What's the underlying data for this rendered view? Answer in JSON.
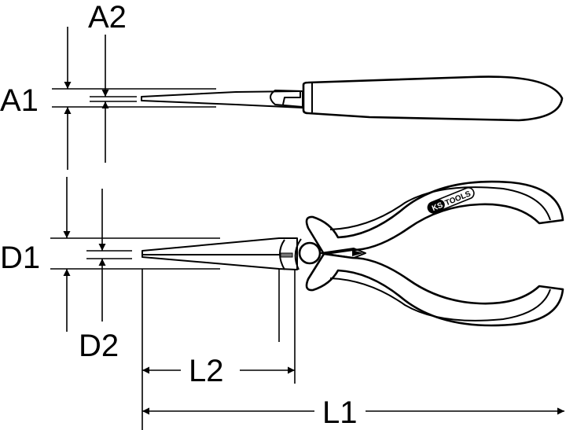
{
  "drawing": {
    "subject": "Needle-nose pliers dimension drawing",
    "brand_logo": {
      "ks": "KS",
      "tools": "TOOLS"
    },
    "colors": {
      "line": "#000000",
      "background": "#ffffff"
    }
  },
  "dimensions": {
    "A1": "A1",
    "A2": "A2",
    "D1": "D1",
    "D2": "D2",
    "L1": "L1",
    "L2": "L2"
  }
}
